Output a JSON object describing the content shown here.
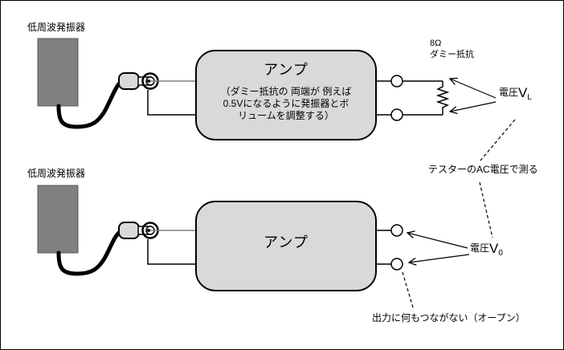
{
  "diagram": {
    "title_hint": "amplifier-voltage-measurement-diagram",
    "colors": {
      "background": "#ffffff",
      "oscillator_fill": "#808080",
      "oscillator_stroke": "#595959",
      "amp_fill": "#d9d9d9",
      "line": "#000000",
      "signal_line": "#808080"
    },
    "top_circuit": {
      "oscillator_label": "低周波発振器",
      "amp_title": "アンプ",
      "amp_note_lines": [
        "（ダミー抵抗の 両端が 例えば",
        "0.5Vになるように発振器とボ",
        "リュームを調整する）"
      ],
      "resistor_value": "8Ω",
      "resistor_label": "ダミー抵抗",
      "voltage_label": {
        "prefix": "電圧",
        "symbol": "V",
        "subscript": "L"
      }
    },
    "middle_note": "テスターのAC電圧で測る",
    "bottom_circuit": {
      "oscillator_label": "低周波発振器",
      "amp_title": "アンプ",
      "voltage_label": {
        "prefix": "電圧",
        "symbol": "V",
        "subscript": "0"
      },
      "open_note": "出力に何もつながない（オープン）"
    }
  }
}
